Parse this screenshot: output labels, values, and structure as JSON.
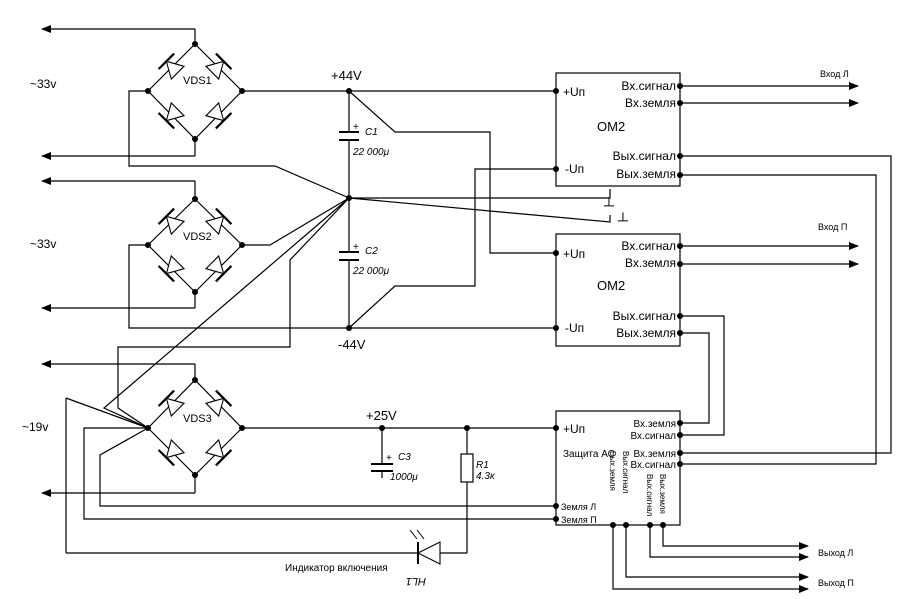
{
  "supplies": {
    "ac1": "~33v",
    "ac2": "~33v",
    "ac3": "~19v",
    "plus44": "+44V",
    "minus44": "-44V",
    "plus25": "+25V"
  },
  "bridges": {
    "vds1": "VDS1",
    "vds2": "VDS2",
    "vds3": "VDS3"
  },
  "capacitors": {
    "c1": {
      "name": "C1",
      "value": "22 000μ",
      "polarity": "+"
    },
    "c2": {
      "name": "C2",
      "value": "22 000μ",
      "polarity": "+"
    },
    "c3": {
      "name": "C3",
      "value": "1000μ",
      "polarity": "+"
    }
  },
  "resistor": {
    "name": "R1",
    "value": "4.3к"
  },
  "led": {
    "name": "HL1",
    "caption": "Индикатор включения"
  },
  "ground_symbol": "┴",
  "om2_top": {
    "title": "ОМ2",
    "pos_supply": "+Uп",
    "neg_supply": "-Uп",
    "in_signal": "Вх.сигнал",
    "in_ground": "Вх.земля",
    "out_signal": "Вых.сигнал",
    "out_ground": "Вых.земля"
  },
  "om2_bottom": {
    "title": "ОМ2",
    "pos_supply": "+Uп",
    "neg_supply": "-Uп",
    "in_signal": "Вх.сигнал",
    "in_ground": "Вх.земля",
    "out_signal": "Вых.сигнал",
    "out_ground": "Вых.земля"
  },
  "protection": {
    "title": "Защита АС",
    "pos_supply": "+Uп",
    "in_ground_1": "Вх.земля",
    "in_signal_1": "Вх.сигнал",
    "in_ground_2": "Вх.земля",
    "in_signal_2": "Вх.сигнал",
    "ground_l": "Земля Л",
    "ground_r": "Земля П",
    "out_ground_a": "Вых.земля",
    "out_signal_a": "Вых.сигнал",
    "out_signal_b": "Вых.сигнал",
    "out_ground_b": "Вых.земля"
  },
  "io": {
    "input_top": "Вход Л",
    "input_mid": "Вход П",
    "output_l": "Выход Л",
    "output_r": "Выход П"
  }
}
